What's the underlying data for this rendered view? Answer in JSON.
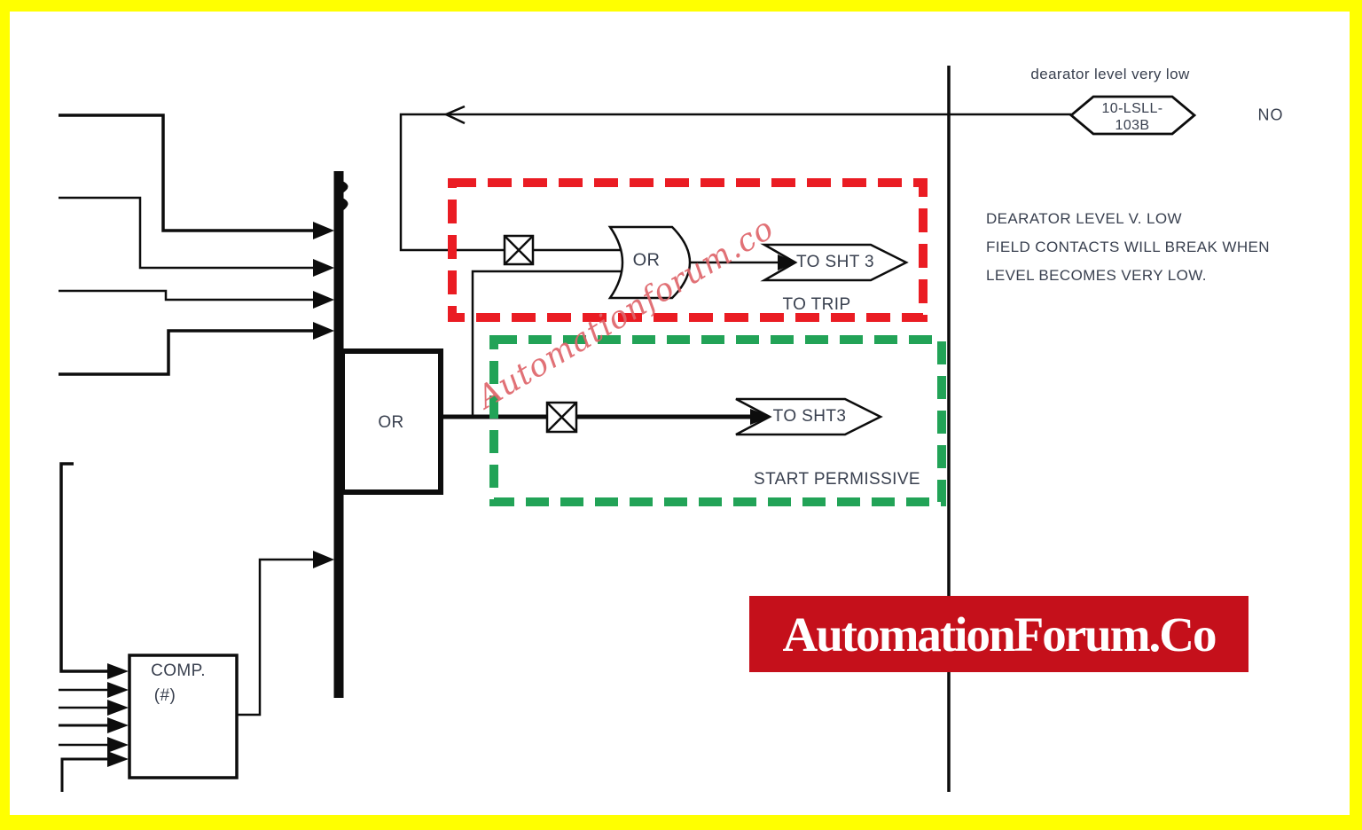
{
  "colors": {
    "frame_yellow": "#ffff00",
    "line_black": "#0d0d0d",
    "trip_box_red": "#ea1c23",
    "permissive_box_green": "#22a357",
    "banner_bg": "#c5101b",
    "banner_text": "#ffffff",
    "label_text": "#39404f",
    "watermark_red": "#df656b"
  },
  "sensor": {
    "description": "dearator level very low",
    "tag_line1": "10-LSLL-",
    "tag_line2": "103B",
    "contact_state": "NO"
  },
  "note": {
    "lines": [
      "DEARATOR LEVEL V. LOW",
      "FIELD CONTACTS WILL BREAK WHEN",
      "LEVEL BECOMES VERY LOW."
    ]
  },
  "trip_path": {
    "gate_label": "OR",
    "flag_label": "TO SHT 3",
    "caption": "TO TRIP"
  },
  "permissive_path": {
    "block_label": "OR",
    "flag_label": "TO SHT3",
    "caption": "START PERMISSIVE"
  },
  "comparator": {
    "label_line1": "COMP.",
    "label_line2": "(#)"
  },
  "watermark": {
    "text": "Automationforum.co"
  },
  "banner": {
    "text": "AutomationForum.Co"
  }
}
